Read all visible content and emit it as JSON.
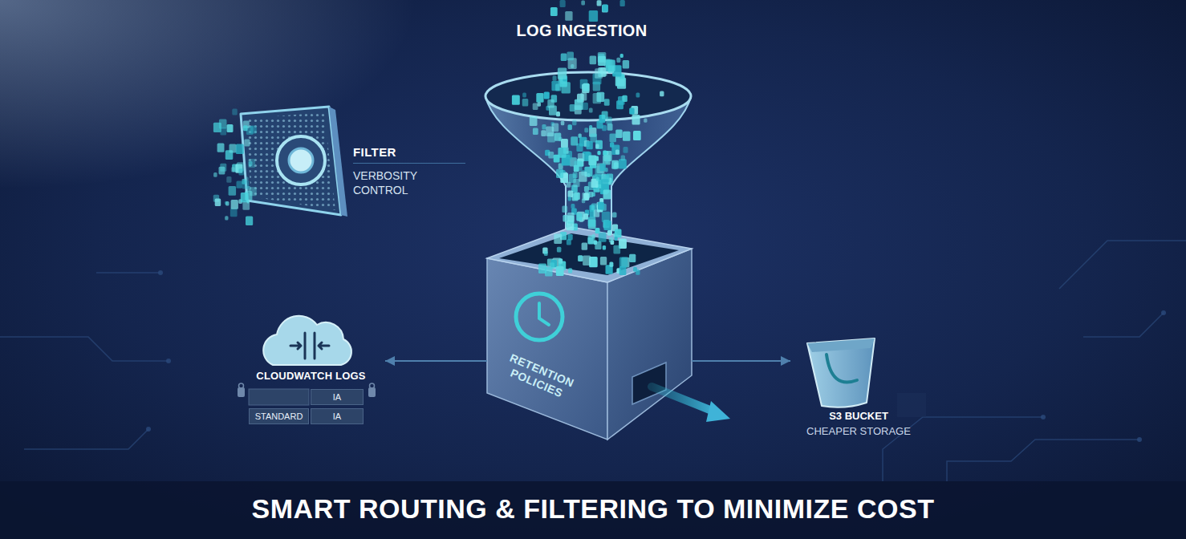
{
  "diagram": {
    "caption": "SMART ROUTING & FILTERING TO MINIMIZE COST",
    "nodes": [
      {
        "text": [
          "FILTER",
          "VERBOSITY CONTROL"
        ]
      },
      {
        "text": [
          "CLOUDWATCH LOGS"
        ]
      },
      {
        "text": [
          "RETENTION POLICIES"
        ]
      },
      {
        "text": [
          "S3 BUCKET",
          "CHEAPER STORAGE"
        ]
      }
    ],
    "edges": [
      {
        "from": 2,
        "to": 1,
        "arrow": "to"
      },
      {
        "from": 2,
        "to": 3,
        "arrow": "to"
      }
    ],
    "labels": [
      "LOG INGESTION",
      "IA",
      "STANDARD",
      "IA"
    ]
  }
}
